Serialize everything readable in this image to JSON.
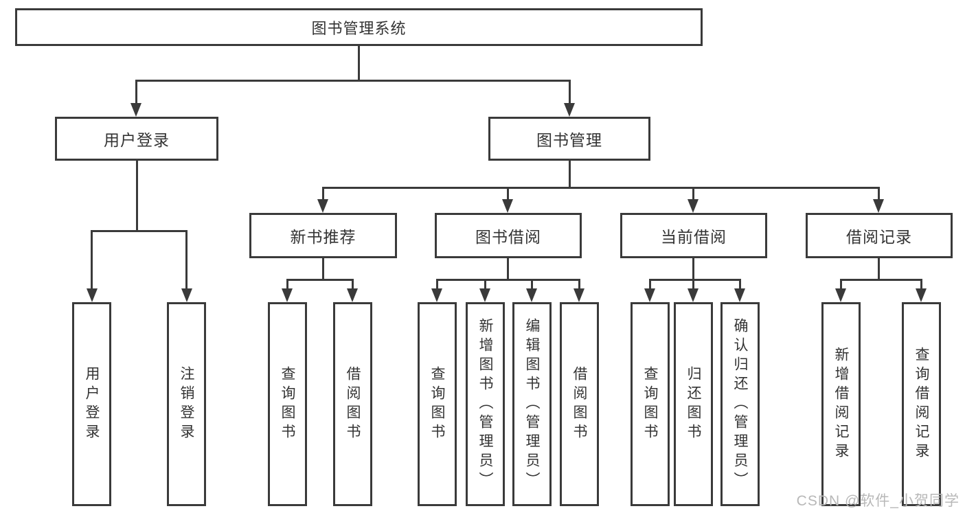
{
  "diagram": {
    "title": "图书管理系统",
    "level2": [
      "用户登录",
      "图书管理"
    ],
    "level3": [
      "新书推荐",
      "图书借阅",
      "当前借阅",
      "借阅记录"
    ],
    "leaves": {
      "user_login": [
        "用户登录",
        "注销登录"
      ],
      "new_book": [
        "查询图书",
        "借阅图书"
      ],
      "book_borrow": [
        "查询图书",
        "新增图书（管理员）",
        "编辑图书（管理员）",
        "借阅图书"
      ],
      "current_borrow": [
        "查询图书",
        "归还图书",
        "确认归还（管理员）"
      ],
      "borrow_records": [
        "新增借阅记录",
        "查询借阅记录"
      ]
    },
    "watermark": "CSDN @软件_小贺同学",
    "colors": {
      "line": "#3a3a3a",
      "text": "#333333",
      "watermark": "#b8b8b8",
      "background": "#ffffff"
    }
  }
}
